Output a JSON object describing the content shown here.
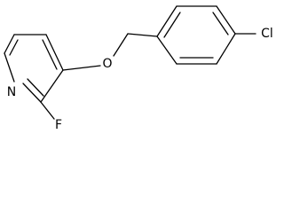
{
  "structure": {
    "atoms": {
      "nitrogen": "N",
      "fluorine": "F",
      "oxygen": "O",
      "chlorine": "Cl"
    }
  }
}
